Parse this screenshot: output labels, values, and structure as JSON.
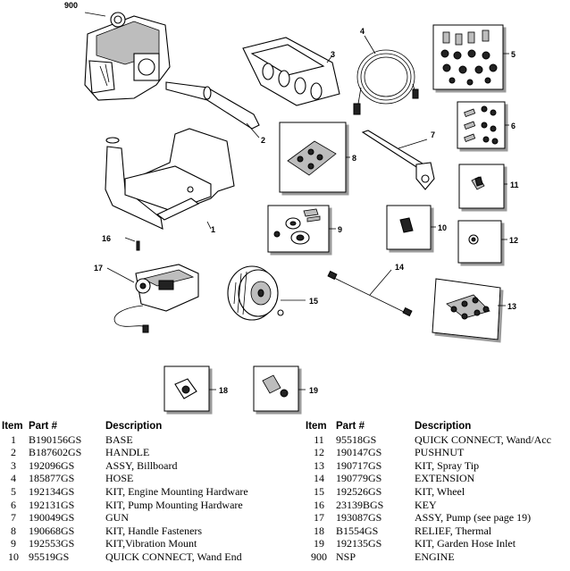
{
  "callouts": [
    "900",
    "4",
    "3",
    "5",
    "2",
    "6",
    "7",
    "8",
    "11",
    "1",
    "9",
    "10",
    "12",
    "16",
    "17",
    "14",
    "15",
    "13",
    "18",
    "19"
  ],
  "table": {
    "headers": {
      "item": "Item",
      "part": "Part #",
      "description": "Description"
    },
    "left_rows": [
      {
        "item": "1",
        "part": "B190156GS",
        "description": "BASE"
      },
      {
        "item": "2",
        "part": "B187602GS",
        "description": "HANDLE"
      },
      {
        "item": "3",
        "part": "192096GS",
        "description": "ASSY, Billboard"
      },
      {
        "item": "4",
        "part": "185877GS",
        "description": "HOSE"
      },
      {
        "item": "5",
        "part": "192134GS",
        "description": "KIT, Engine Mounting Hardware"
      },
      {
        "item": "6",
        "part": "192131GS",
        "description": "KIT, Pump Mounting Hardware"
      },
      {
        "item": "7",
        "part": "190049GS",
        "description": "GUN"
      },
      {
        "item": "8",
        "part": "190668GS",
        "description": "KIT, Handle Fasteners"
      },
      {
        "item": "9",
        "part": "192553GS",
        "description": "KIT,Vibration Mount"
      },
      {
        "item": "10",
        "part": "95519GS",
        "description": "QUICK CONNECT, Wand End"
      }
    ],
    "right_rows": [
      {
        "item": "11",
        "part": "95518GS",
        "description": "QUICK CONNECT, Wand/Acc"
      },
      {
        "item": "12",
        "part": "190147GS",
        "description": "PUSHNUT"
      },
      {
        "item": "13",
        "part": "190717GS",
        "description": "KIT, Spray Tip"
      },
      {
        "item": "14",
        "part": "190779GS",
        "description": "EXTENSION"
      },
      {
        "item": "15",
        "part": "192526GS",
        "description": "KIT, Wheel"
      },
      {
        "item": "16",
        "part": "23139BGS",
        "description": "KEY"
      },
      {
        "item": "17",
        "part": "193087GS",
        "description": "ASSY, Pump (see page 19)"
      },
      {
        "item": "18",
        "part": "B1554GS",
        "description": "RELIEF, Thermal"
      },
      {
        "item": "19",
        "part": "192135GS",
        "description": "KIT, Garden Hose Inlet"
      },
      {
        "item": "900",
        "part": "NSP",
        "description": "ENGINE"
      }
    ]
  }
}
